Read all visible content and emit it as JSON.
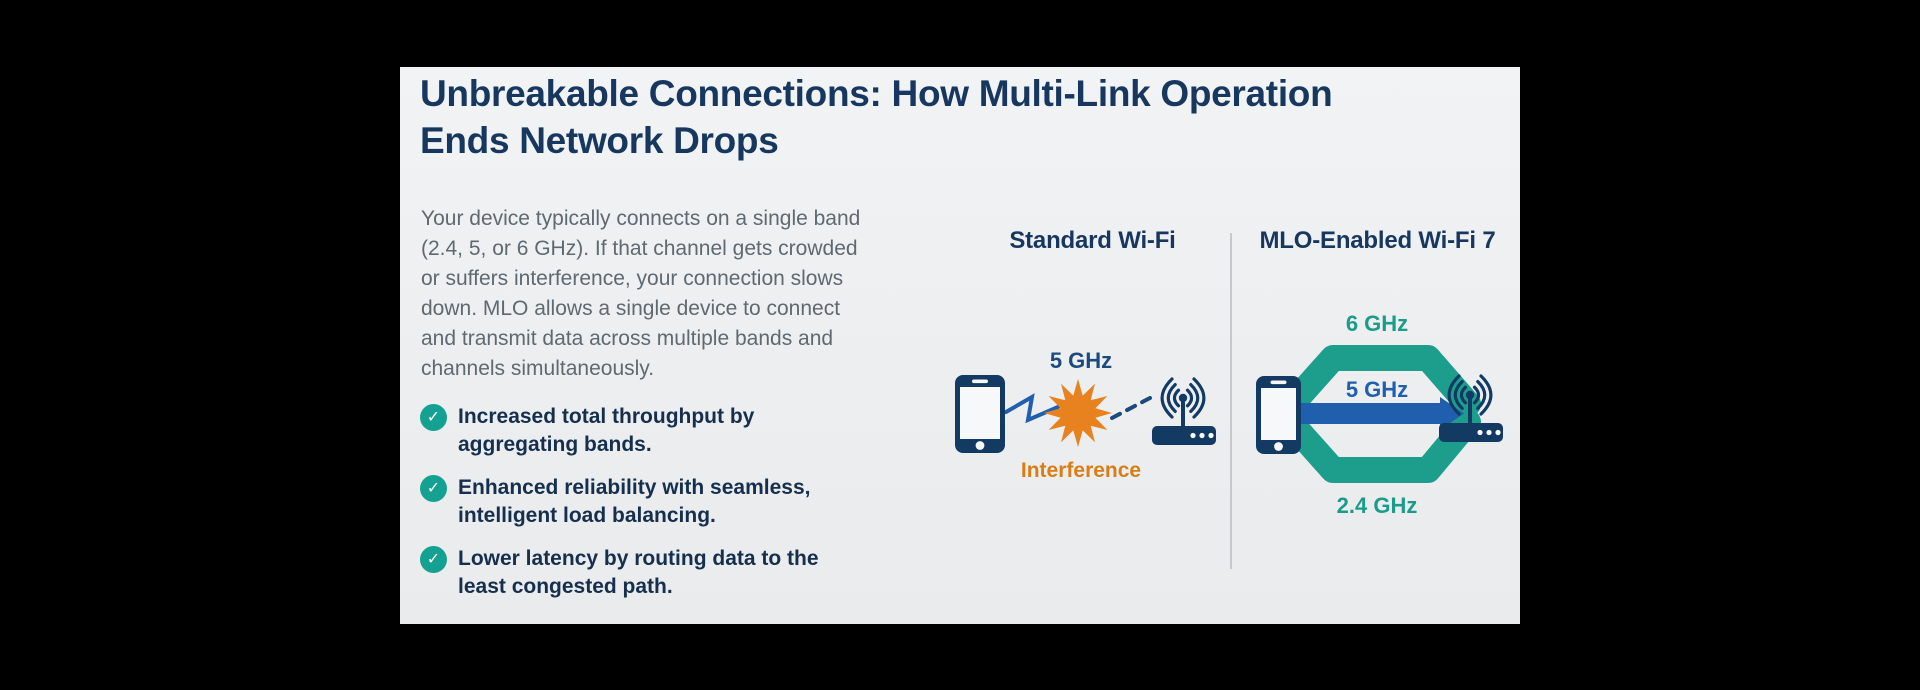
{
  "colors": {
    "page_bg": "#000000",
    "card_bg": "#edeff1",
    "title_navy": "#17375e",
    "body_gray": "#5f6972",
    "bullet_navy": "#152f4d",
    "teal": "#1b9c8b",
    "blue": "#1f5fae",
    "device_navy": "#123a63",
    "orange": "#e8821f",
    "orange_text": "#d97e16",
    "divider_gray": "#c6c9cc"
  },
  "icons": {
    "check_glyph": "✓",
    "list": [
      "check-circle-icon",
      "smartphone-icon",
      "interference-burst-icon",
      "wifi-router-icon"
    ]
  },
  "card": {
    "title": "Unbreakable Connections: How Multi-Link Operation\nEnds Network Drops",
    "intro": "Your device typically connects on a single band\n(2.4, 5, or 6 GHz). If that channel gets crowded\nor suffers interference, your connection slows\ndown. MLO allows a single device to connect\nand transmit data across multiple bands and\nchannels simultaneously.",
    "bullets": [
      {
        "text": "Increased total throughput by\naggregating bands."
      },
      {
        "text": "Enhanced reliability with seamless,\nintelligent load balancing."
      },
      {
        "text": "Lower latency by routing data to the\nleast congested path."
      }
    ]
  },
  "diagrams": {
    "standard": {
      "title": "Standard Wi-Fi",
      "band_label": "5 GHz",
      "interference_label": "Interference",
      "devices": [
        "smartphone",
        "wifi-router"
      ]
    },
    "mlo": {
      "title": "MLO-Enabled Wi-Fi 7",
      "band_top": "6 GHz",
      "band_middle": "5 GHz",
      "band_bottom": "2.4 GHz",
      "devices": [
        "smartphone",
        "wifi-router"
      ]
    }
  }
}
